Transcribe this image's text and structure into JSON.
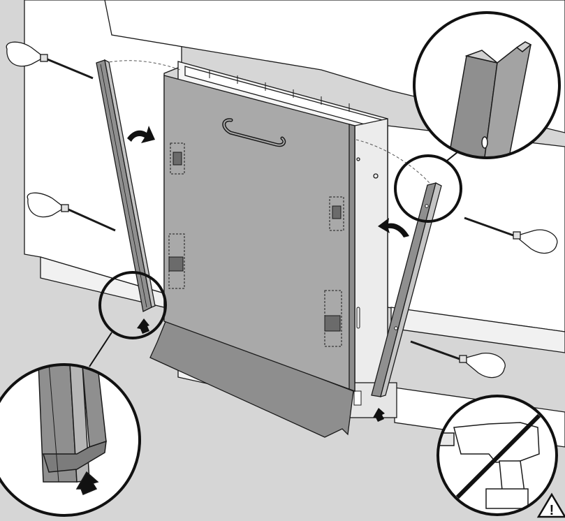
{
  "figure": {
    "kind": "installation-illustration",
    "palette": {
      "background": "#d6d6d6",
      "cabinet": "#ffffff",
      "door_panel": "#a9a9a9",
      "kick_plate": "#8e8e8e",
      "strip": "#8f8f8f",
      "outline": "#1a1a1a",
      "arrow": "#111111"
    },
    "icons": [
      "screwdriver-icon",
      "arrow-icon",
      "no-power-drill-icon",
      "warning-icon"
    ],
    "callouts": [
      "strip-profile-detail",
      "strip-bottom-detail",
      "strip-top-detail"
    ],
    "warning_symbol": "!"
  }
}
